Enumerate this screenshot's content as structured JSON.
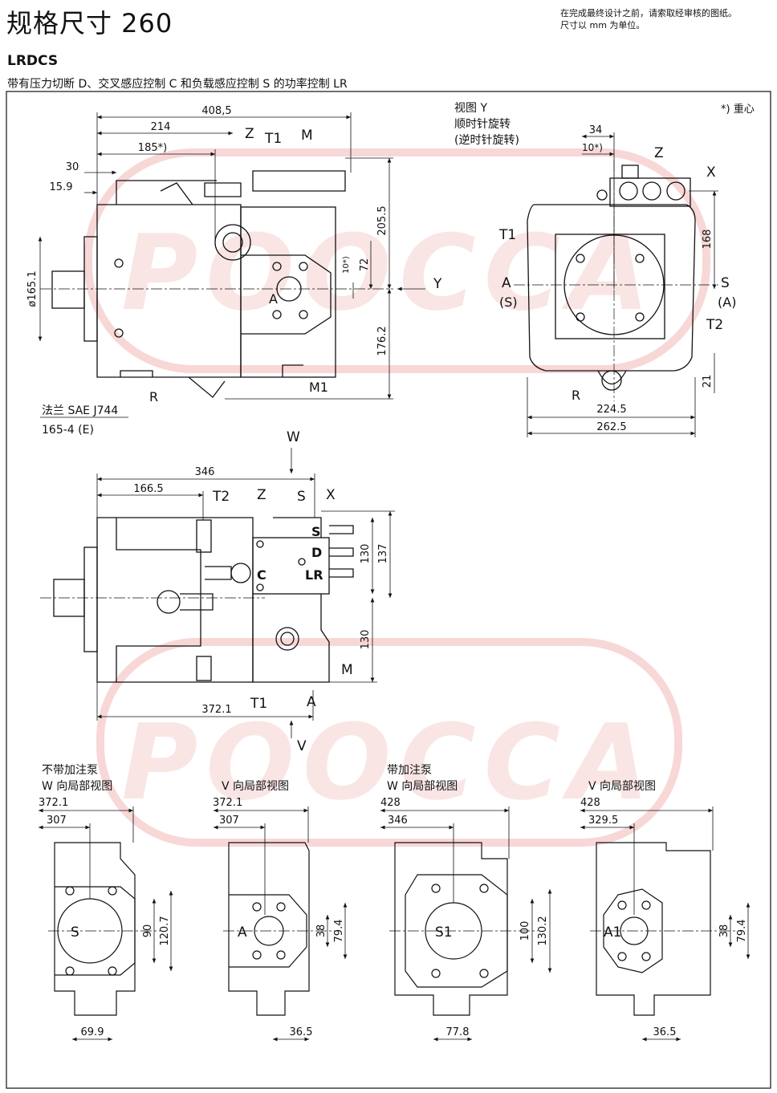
{
  "header": {
    "title": "规格尺寸 260",
    "note_line1": "在完成最终设计之前，请索取经审核的图纸。",
    "note_line2": "尺寸以 mm 为单位。"
  },
  "model": {
    "code": "LRDCS",
    "description": "带有压力切断 D、交叉感应控制 C 和负载感应控制 S 的功率控制 LR"
  },
  "footnote": "*) 重心",
  "side_view": {
    "dims": [
      "408,5",
      "214",
      "185*)",
      "30",
      "15.9",
      "ø165.1",
      "205.5",
      "176.2",
      "72",
      "10*)"
    ],
    "ports": [
      "Z",
      "T1",
      "M",
      "A",
      "R",
      "M1"
    ],
    "arrow_label": "Y",
    "flange_line1": "法兰 SAE J744",
    "flange_line2": "165-4 (E)"
  },
  "view_y": {
    "title": "视图 Y",
    "rotation_cw": "顺时针旋转",
    "rotation_ccw": "(逆时针旋转)",
    "dims": [
      "34",
      "10*)",
      "168",
      "21",
      "224.5",
      "262.5"
    ],
    "ports": [
      "Z",
      "X",
      "T1",
      "A",
      "(S)",
      "S",
      "(A)",
      "T2",
      "R"
    ]
  },
  "top_view": {
    "dims": [
      "346",
      "166.5",
      "130",
      "137",
      "130",
      "372.1"
    ],
    "ports": [
      "T2",
      "Z",
      "S",
      "X",
      "S",
      "D",
      "C",
      "LR",
      "M",
      "T1",
      "A"
    ],
    "arrow_w": "W",
    "arrow_v": "V"
  },
  "partial_views": [
    {
      "group": "不带加注泵",
      "title": "W 向局部视图",
      "dims": [
        "372.1",
        "307",
        "90",
        "120.7",
        "69.9"
      ],
      "port": "S"
    },
    {
      "group": "",
      "title": "V 向局部视图",
      "dims": [
        "372.1",
        "307",
        "38",
        "79.4",
        "36.5"
      ],
      "port": "A"
    },
    {
      "group": "带加注泵",
      "title": "W 向局部视图",
      "dims": [
        "428",
        "346",
        "100",
        "130.2",
        "77.8"
      ],
      "port": "S1"
    },
    {
      "group": "",
      "title": "V 向局部视图",
      "dims": [
        "428",
        "329.5",
        "38",
        "79.4",
        "36.5"
      ],
      "port": "A1"
    }
  ],
  "watermark": "POOCCA",
  "colors": {
    "line": "#111111",
    "watermark": "#f6c9c9"
  }
}
